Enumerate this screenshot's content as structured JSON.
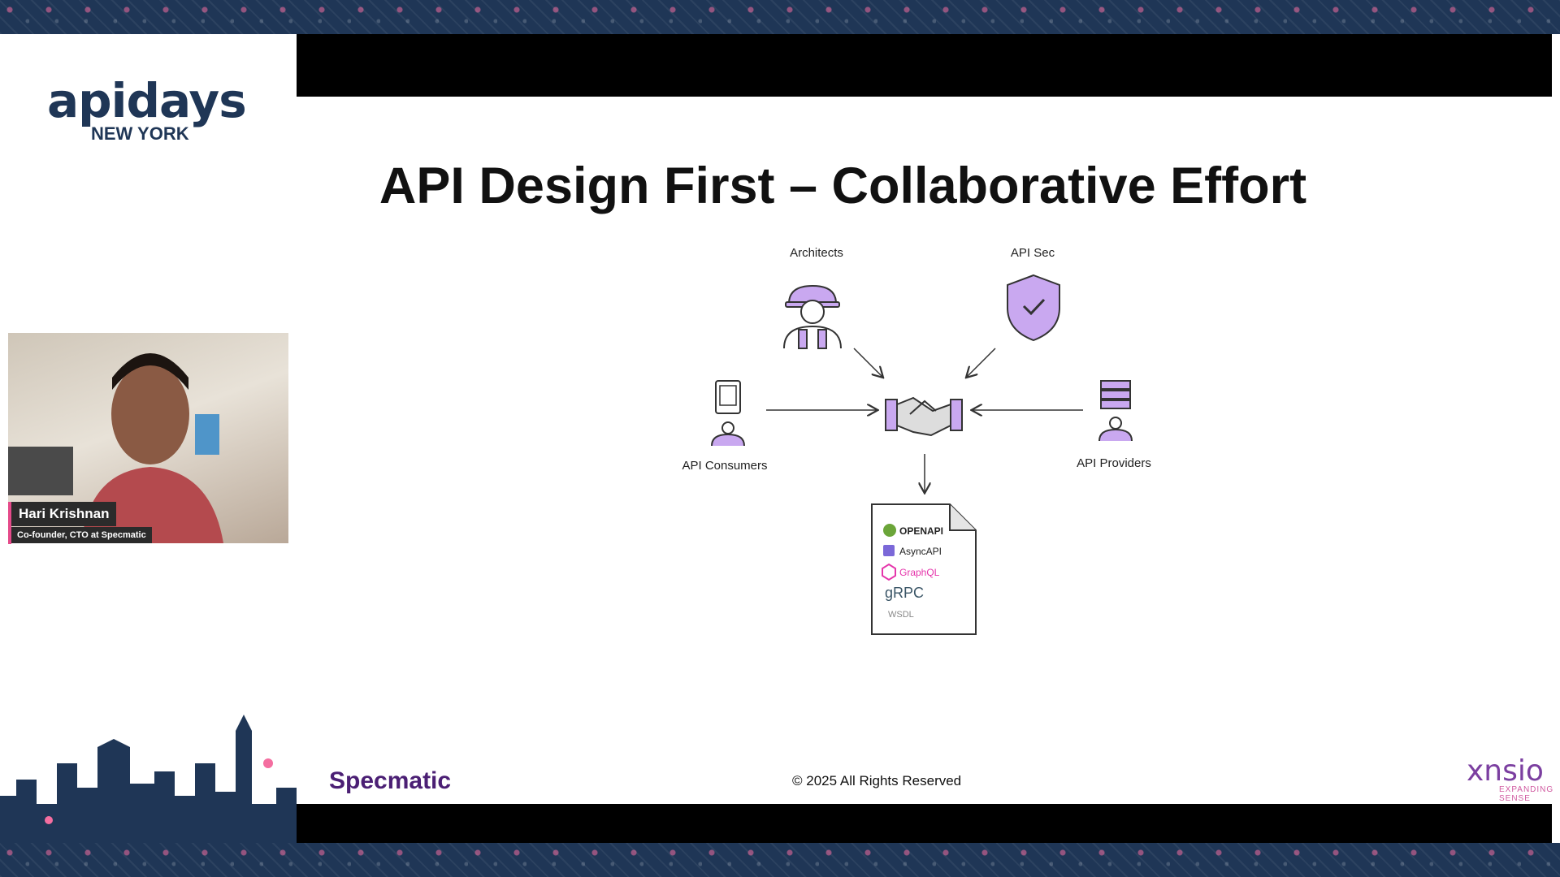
{
  "event": {
    "logo": "apidays",
    "city": "NEW YORK"
  },
  "slide": {
    "title": "API Design First – Collaborative Effort",
    "roles": {
      "architects": "Architects",
      "api_sec": "API Sec",
      "api_consumers": "API Consumers",
      "api_providers": "API Providers"
    },
    "spec_formats": [
      "OPENAPI",
      "AsyncAPI",
      "GraphQL",
      "gRPC",
      "WSDL"
    ],
    "footer": {
      "copyright": "© 2025 All Rights Reserved",
      "left_brand": "Specmatic",
      "right_brand": "xnsio",
      "right_tagline": "EXPANDING SENSE"
    }
  },
  "speaker": {
    "name": "Hari Krishnan",
    "title": "Co-founder, CTO at Specmatic"
  },
  "colors": {
    "accent_purple": "#c9a8f0",
    "brand_navy": "#1f3656",
    "pink": "#e54a8a"
  }
}
